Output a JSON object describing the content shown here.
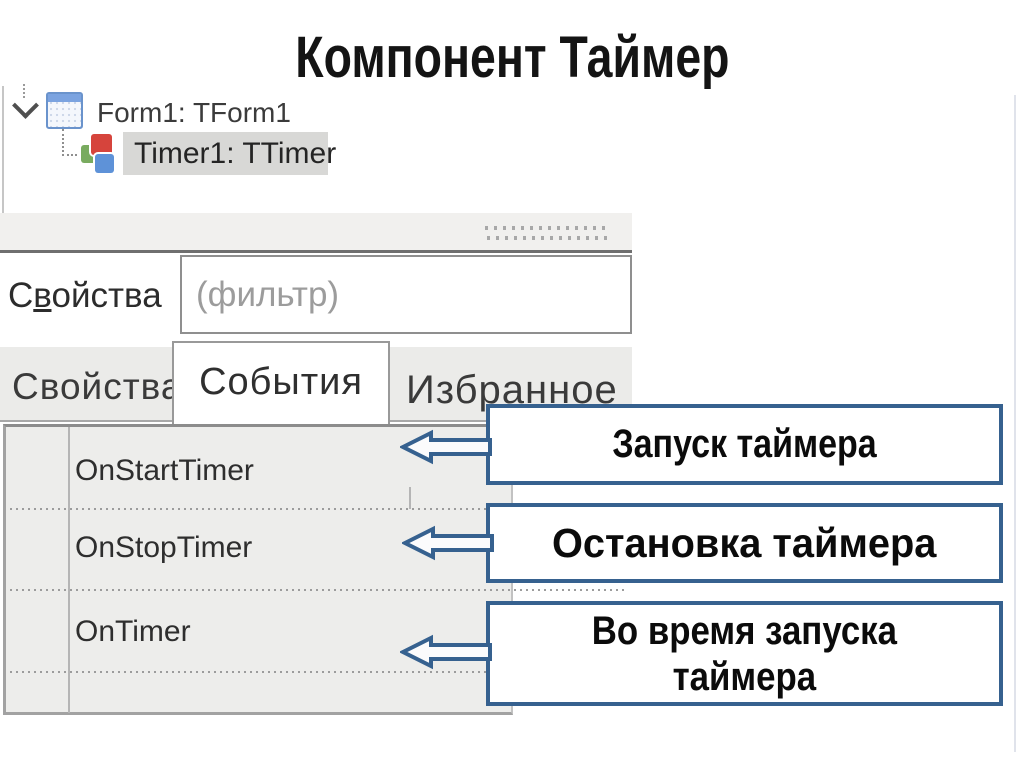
{
  "slide": {
    "title": "Компонент Таймер"
  },
  "tree": {
    "root": {
      "label": "Form1: TForm1",
      "icon": "form-icon"
    },
    "child": {
      "label": "Timer1: TTimer",
      "icon": "timer-component-icon",
      "selected": true
    }
  },
  "inspector": {
    "properties_label": {
      "pre": "С",
      "accel": "в",
      "post": "ойства"
    },
    "filter_placeholder": "(фильтр)",
    "tabs": [
      {
        "label": "Свойства",
        "active": false
      },
      {
        "label": "События",
        "active": true
      },
      {
        "label": "Избранное",
        "active": false
      }
    ],
    "events": [
      {
        "name": "OnStartTimer"
      },
      {
        "name": "OnStopTimer"
      },
      {
        "name": "OnTimer"
      }
    ]
  },
  "callouts": [
    {
      "target": "OnStartTimer",
      "lines": [
        "Запуск таймера"
      ]
    },
    {
      "target": "OnStopTimer",
      "lines": [
        "Остановка таймера"
      ]
    },
    {
      "target": "OnTimer",
      "lines": [
        "Во время запуска",
        "таймера"
      ]
    }
  ],
  "colors": {
    "accent_blue": "#36618f",
    "grid_background": "#ededeb",
    "selection_gray": "#d8d8d6",
    "cube_red": "#d6443c",
    "cube_green": "#79ab5f",
    "cube_blue": "#5e92d8"
  }
}
